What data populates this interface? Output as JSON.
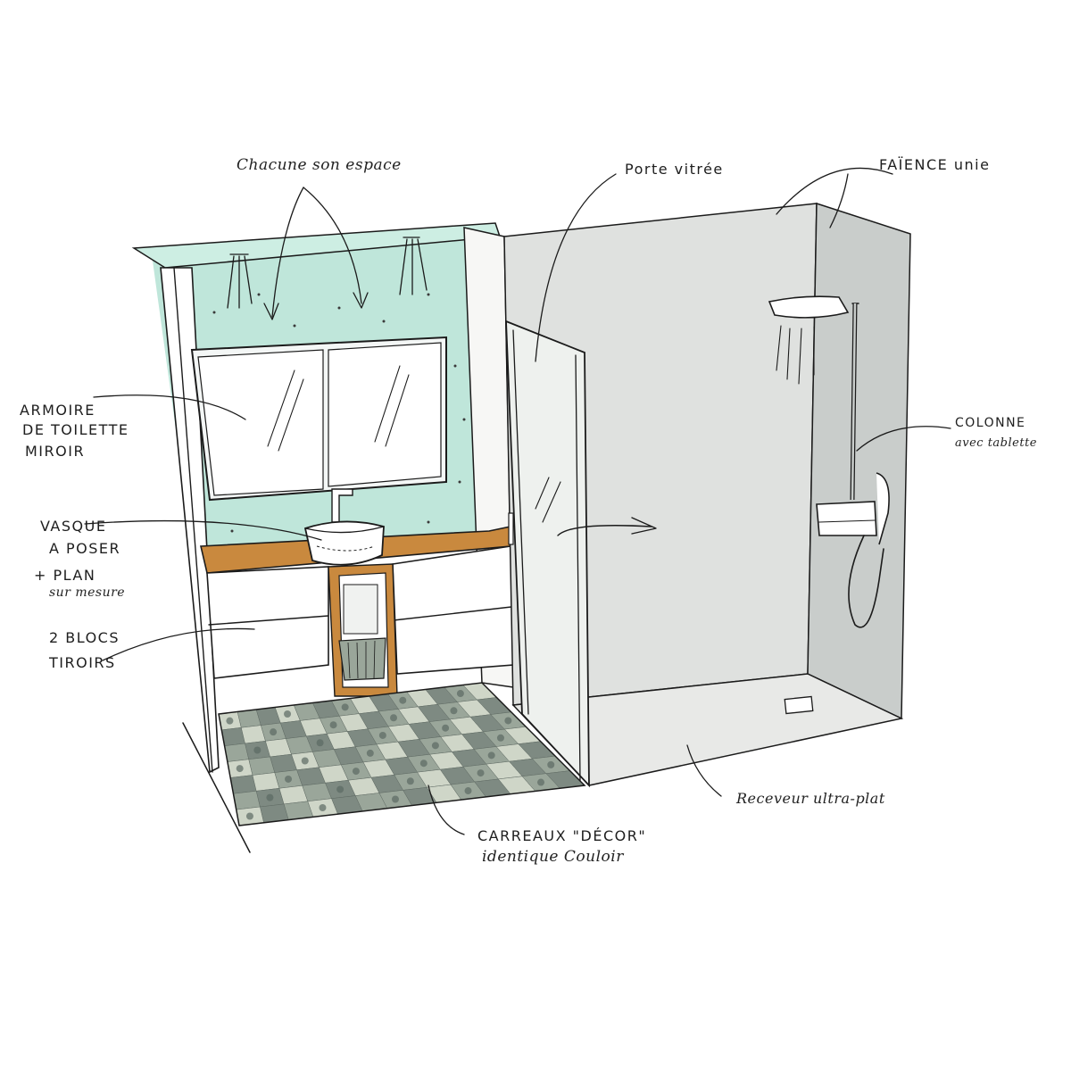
{
  "labels": {
    "chacune": "Chacune son espace",
    "porte": "Porte vitrée",
    "faience": "FAÏENCE unie",
    "armoire_1": "ARMOIRE",
    "armoire_2": "DE TOILETTE",
    "armoire_3": "MIROIR",
    "vasque_1": "VASQUE",
    "vasque_2": "A POSER",
    "vasque_3": "+ PLAN",
    "vasque_4": "sur mesure",
    "blocs_1": "2 BLOCS",
    "blocs_2": "TIROIRS",
    "colonne_1": "COLONNE",
    "colonne_2": "avec tablette",
    "receveur": "Receveur ultra-plat",
    "carreaux_1": "CARREAUX \"DÉCOR\"",
    "carreaux_2": "identique Couloir"
  },
  "colors": {
    "mint_wall": "#bfe6da",
    "shower_wall": "#dfe1df",
    "shower_side": "#c9cdcb",
    "counter_wood": "#c9893e",
    "glass": "#eef1ee",
    "tile_a": "#cfd6c8",
    "tile_b": "#9aa69a",
    "tile_c": "#7e8a82"
  },
  "tile_pattern": [
    [
      0,
      1,
      2,
      0,
      1,
      2,
      1,
      0,
      2,
      1,
      0,
      2,
      1,
      0
    ],
    [
      2,
      0,
      1,
      2,
      0,
      1,
      0,
      2,
      1,
      0,
      2,
      1,
      0,
      2
    ],
    [
      1,
      2,
      0,
      1,
      2,
      0,
      2,
      1,
      0,
      2,
      1,
      0,
      2,
      1
    ],
    [
      0,
      1,
      2,
      0,
      1,
      2,
      1,
      0,
      2,
      1,
      0,
      2,
      1,
      0
    ],
    [
      2,
      0,
      1,
      2,
      0,
      1,
      0,
      2,
      1,
      0,
      2,
      1,
      0,
      2
    ],
    [
      1,
      2,
      0,
      1,
      2,
      0,
      2,
      1,
      0,
      2,
      1,
      0,
      2,
      1
    ],
    [
      0,
      2,
      1,
      0,
      2,
      1,
      1,
      2,
      0,
      1,
      2,
      0,
      1,
      2
    ]
  ]
}
